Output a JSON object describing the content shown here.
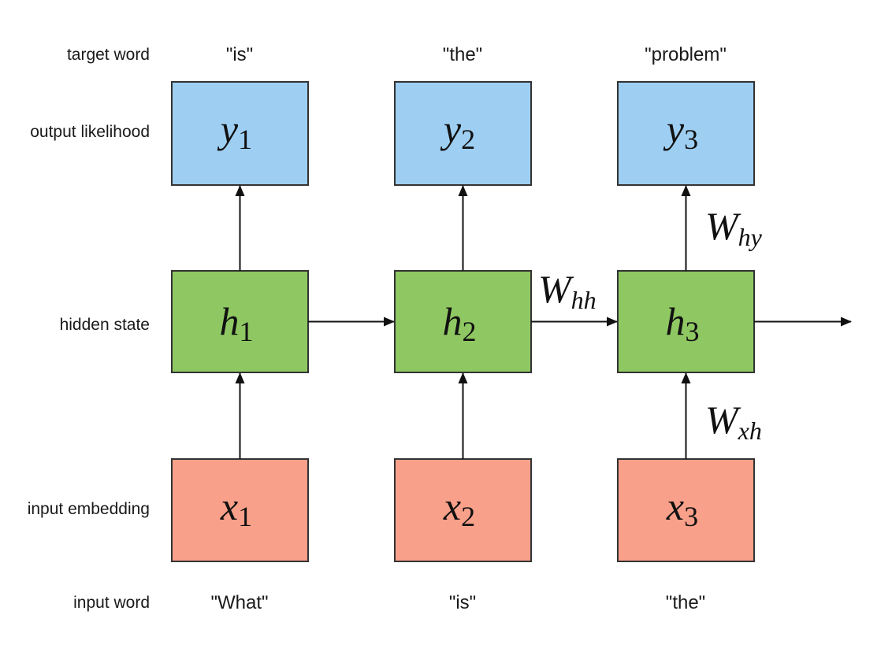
{
  "row_labels": {
    "target_word": "target word",
    "output_likelihood": "output likelihood",
    "hidden_state": "hidden state",
    "input_embedding": "input embedding",
    "input_word": "input word"
  },
  "steps": [
    {
      "target_word": "\"is\"",
      "output": {
        "base": "y",
        "sub": "1"
      },
      "hidden": {
        "base": "h",
        "sub": "1"
      },
      "input": {
        "base": "x",
        "sub": "1"
      },
      "input_word": "\"What\""
    },
    {
      "target_word": "\"the\"",
      "output": {
        "base": "y",
        "sub": "2"
      },
      "hidden": {
        "base": "h",
        "sub": "2"
      },
      "input": {
        "base": "x",
        "sub": "2"
      },
      "input_word": "\"is\""
    },
    {
      "target_word": "\"problem\"",
      "output": {
        "base": "y",
        "sub": "3"
      },
      "hidden": {
        "base": "h",
        "sub": "3"
      },
      "input": {
        "base": "x",
        "sub": "3"
      },
      "input_word": "\"the\""
    }
  ],
  "weights": {
    "hh": {
      "base": "W",
      "sub": "hh"
    },
    "hy": {
      "base": "W",
      "sub": "hy"
    },
    "xh": {
      "base": "W",
      "sub": "xh"
    }
  },
  "colors": {
    "output": "#9ecff3",
    "hidden": "#8fc862",
    "input": "#f9a08a"
  }
}
